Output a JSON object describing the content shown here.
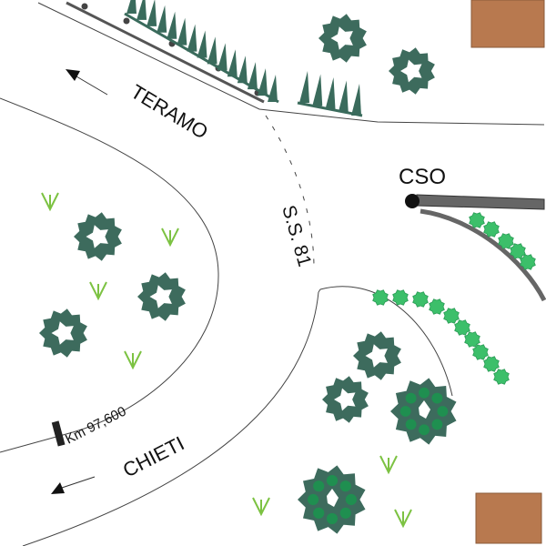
{
  "labels": {
    "north_direction": "TERAMO",
    "south_direction": "CHIETI",
    "road_name": "S.S. 81",
    "station": "CSO",
    "kilometer_marker": "Km 97,600"
  },
  "colors": {
    "tree": "#3d6b5d",
    "tree_light": "#1f8f50",
    "hedge": "#3a6b5c",
    "shrub": "#3cbf6a",
    "grass": "#7cc242",
    "building": "#b8794f",
    "barrier": "#666666"
  }
}
